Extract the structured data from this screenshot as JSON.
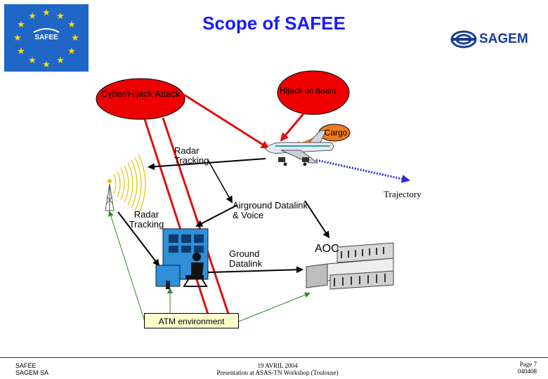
{
  "header": {
    "title": "Scope of SAFEE",
    "eu_logo_text": "SAFEE",
    "sagem_logo_text": "SAGEM"
  },
  "diagram": {
    "cyber_hijack": "Cyber/Hijack Attack",
    "hijack_on_board": "Hijack",
    "hijack_on_board_suffix": "on Board",
    "cargo": "Cargo",
    "radar_tracking_top": "Radar Tracking",
    "radar_tracking_left": "Radar Tracking",
    "trajectory": "Trajectory",
    "airground_datalink": "Airground Datalink & Voice",
    "ground_datalink": "Ground Datalink",
    "aoc": "AOC",
    "atm_environment": "ATM environment"
  },
  "colors": {
    "title": "#1a1aff",
    "oval_red": "#ee0000",
    "cargo_orange": "#f07a20",
    "arrow_red": "#dd1111",
    "trajectory_blue": "#2b2bdd",
    "eu_blue": "#1f66c6",
    "eu_star": "#ffdd00"
  },
  "footer": {
    "left_line1": "SAFEE",
    "left_line2": "SAGEM SA",
    "center_line1": "19 AVRIL 2004",
    "center_line2": "Presentation at ASAS-TN Workshop (Toulouse)",
    "right_line1": "Page 7",
    "right_line2": "040408"
  }
}
